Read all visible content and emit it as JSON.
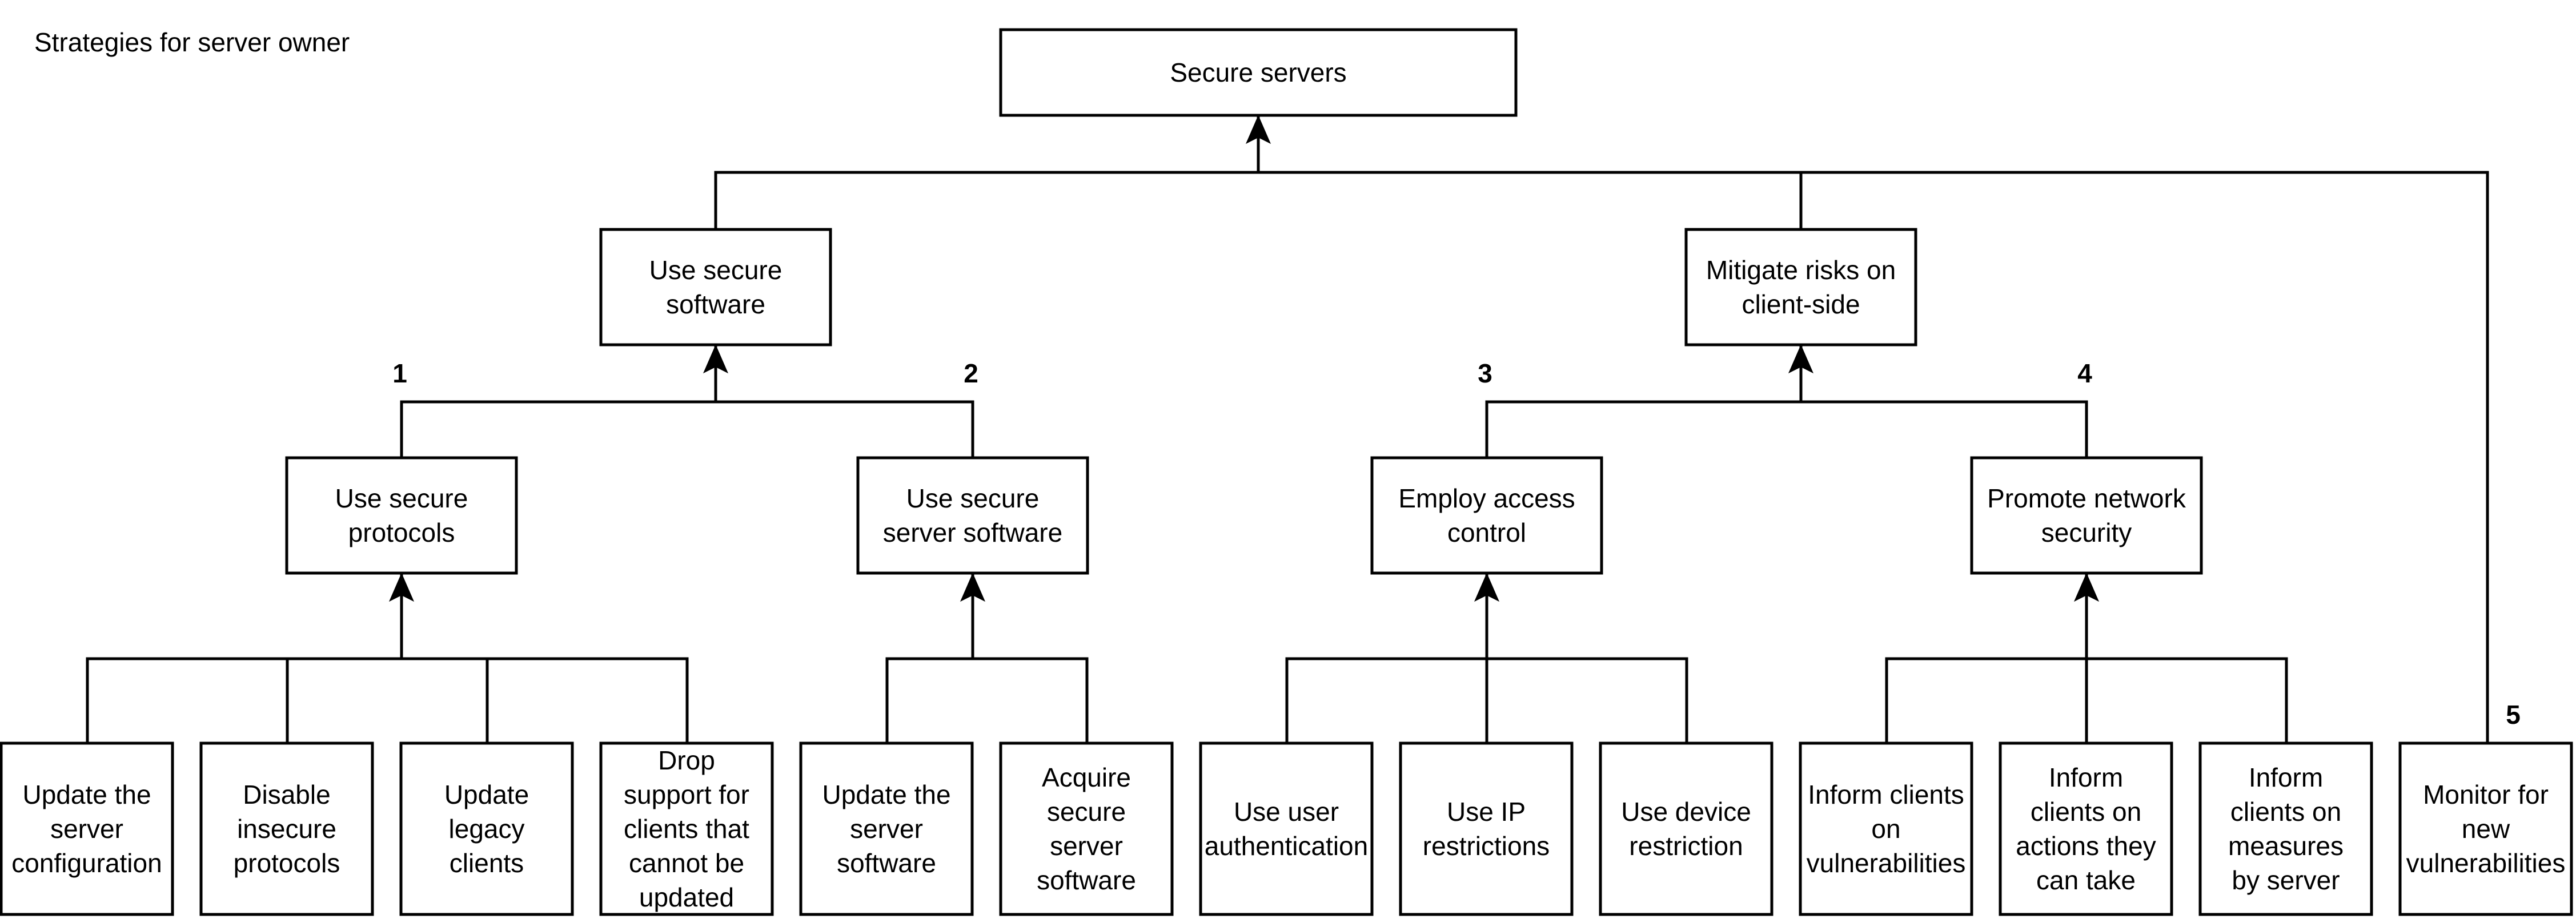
{
  "title": "Strategies for server owner",
  "nodes": {
    "root": [
      "Secure servers"
    ],
    "use_secure_software": [
      "Use secure",
      "software"
    ],
    "mitigate_client_risks": [
      "Mitigate risks on",
      "client-side"
    ],
    "use_secure_protocols": [
      "Use secure",
      "protocols"
    ],
    "use_secure_server_software": [
      "Use secure",
      "server software"
    ],
    "employ_access_control": [
      "Employ access",
      "control"
    ],
    "promote_network_security": [
      "Promote network",
      "security"
    ],
    "update_server_config": [
      "Update the",
      "server",
      "configuration"
    ],
    "disable_insecure_protocols": [
      "Disable",
      "insecure",
      "protocols"
    ],
    "update_legacy_clients": [
      "Update",
      "legacy",
      "clients"
    ],
    "drop_support": [
      "Drop",
      "support for",
      "clients that",
      "cannot be",
      "updated"
    ],
    "update_server_software": [
      "Update the",
      "server",
      "software"
    ],
    "acquire_secure_software": [
      "Acquire",
      "secure",
      "server",
      "software"
    ],
    "use_user_auth": [
      "Use user",
      "authentication"
    ],
    "use_ip_restrictions": [
      "Use IP",
      "restrictions"
    ],
    "use_device_restriction": [
      "Use device",
      "restriction"
    ],
    "inform_vulnerabilities": [
      "Inform clients",
      "on",
      "vulnerabilities"
    ],
    "inform_actions": [
      "Inform",
      "clients on",
      "actions they",
      "can take"
    ],
    "inform_measures": [
      "Inform",
      "clients on",
      "measures",
      "by server"
    ],
    "monitor_vulnerabilities": [
      "Monitor for",
      "new",
      "vulnerabilities"
    ]
  },
  "branch_numbers": [
    "1",
    "2",
    "3",
    "4",
    "5"
  ]
}
